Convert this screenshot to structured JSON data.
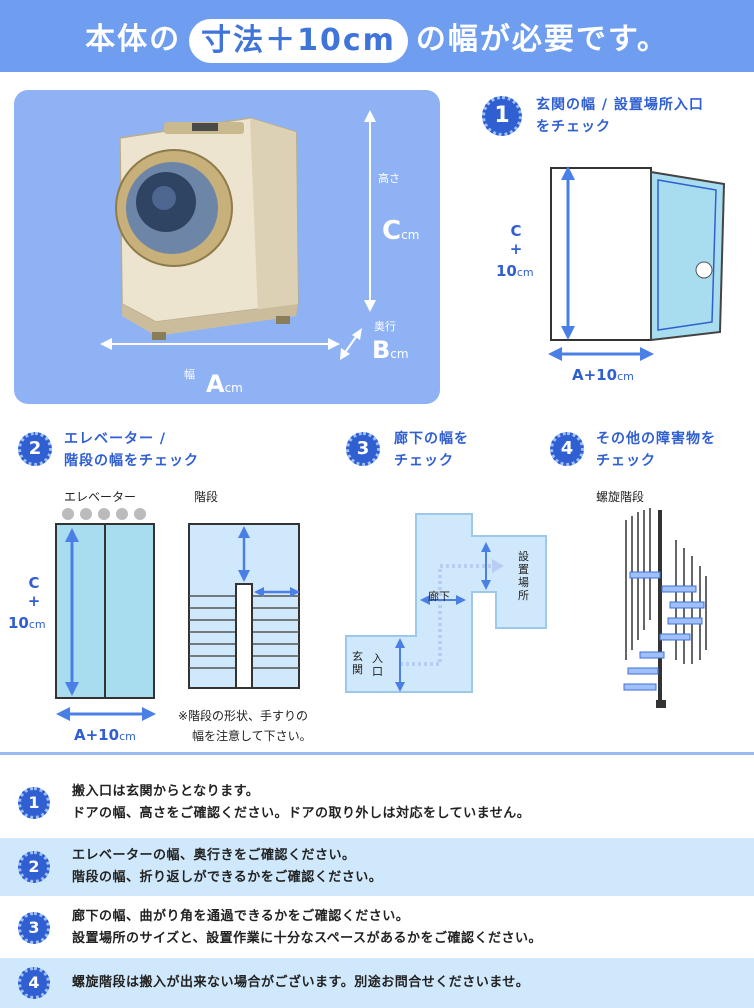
{
  "header": {
    "title_pre": "本体の",
    "title_pill": "寸法＋10cm",
    "title_post": "の幅が必要です。"
  },
  "machine": {
    "height_label": "高さ",
    "c_label": "C",
    "depth_label": "奥行",
    "b_label": "B",
    "width_label": "幅",
    "a_label": "A",
    "unit": "cm"
  },
  "section1": {
    "number": "1",
    "heading_line1": "玄関の幅 / 設置場所入口",
    "heading_line2": "をチェック",
    "c_line1": "C",
    "c_line2": "+",
    "c_line3": "10",
    "width": "A+10",
    "unit": "cm"
  },
  "section2": {
    "number": "2",
    "heading_line1": "エレベーター /",
    "heading_line2": "階段の幅をチェック",
    "elevator_label": "エレベーター",
    "stairs_label": "階段",
    "c_line1": "C",
    "c_line2": "+",
    "c_line3": "10",
    "width": "A+10",
    "unit": "cm",
    "note_line1": "※階段の形状、手すりの",
    "note_line2": "幅を注意して下さい。"
  },
  "section3": {
    "number": "3",
    "heading_line1": "廊下の幅を",
    "heading_line2": "チェック",
    "corridor_label": "廊下",
    "install_label": "設置場所",
    "entrance_label1": "入口",
    "entrance_label2": "玄関"
  },
  "section4": {
    "number": "4",
    "heading_line1": "その他の障害物を",
    "heading_line2": "チェック",
    "spiral_label": "螺旋階段"
  },
  "notes": [
    {
      "number": "1",
      "line1": "搬入口は玄関からとなります。",
      "line2": "ドアの幅、高さをご確認ください。ドアの取り外しは対応をしていません。"
    },
    {
      "number": "2",
      "line1": "エレベーターの幅、奥行きをご確認ください。",
      "line2": "階段の幅、折り返しができるかをご確認ください。"
    },
    {
      "number": "3",
      "line1": "廊下の幅、曲がり角を通過できるかをご確認ください。",
      "line2": "設置場所のサイズと、設置作業に十分なスペースがあるかをご確認ください。"
    },
    {
      "number": "4",
      "line1": "螺旋階段は搬入が出来ない場合がございます。別途お問合せくださいませ。",
      "line2": ""
    }
  ],
  "colors": {
    "header": "#6f9df0",
    "accent": "#2f5fd1",
    "panel": "#8fb2f5",
    "light_row": "#cfe8fb",
    "door": "#a8dcef"
  }
}
